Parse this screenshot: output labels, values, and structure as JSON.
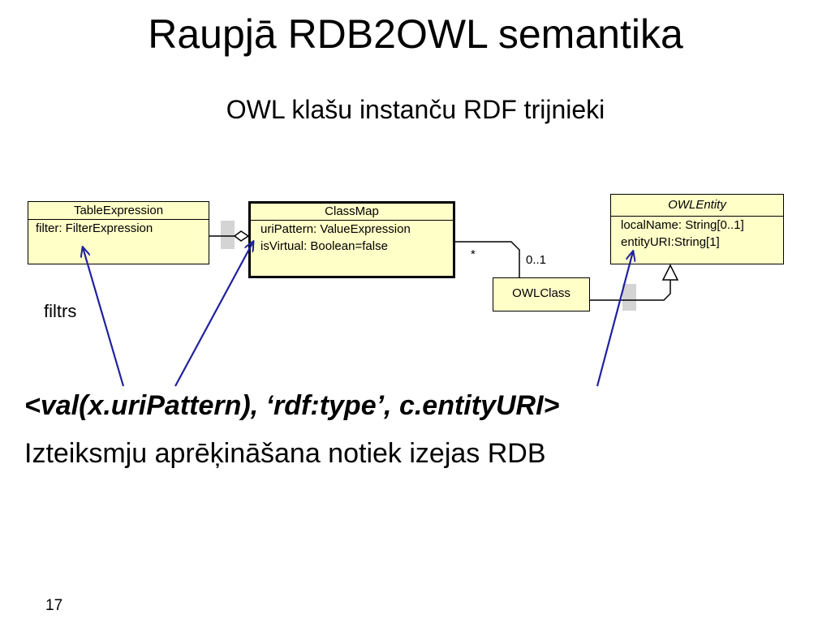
{
  "title": "Raupjā RDB2OWL semantika",
  "subtitle": "OWL klašu instanču RDF trijnieki",
  "diagram": {
    "table_expression": {
      "name": "TableExpression",
      "attributes": [
        "filter: FilterExpression"
      ]
    },
    "class_map": {
      "name": "ClassMap",
      "attributes": [
        "uriPattern: ValueExpression",
        "isVirtual: Boolean=false"
      ]
    },
    "owl_entity": {
      "name": "OWLEntity",
      "attributes": [
        "localName: String[0..1]",
        "entityURI:String[1]"
      ]
    },
    "owl_class": {
      "name": "OWLClass"
    },
    "multiplicity_classmap": "*",
    "multiplicity_owlclass": "0..1",
    "filter_label": "filtrs"
  },
  "triple": "<val(x.uriPattern), ‘rdf:type’, c.entityURI>",
  "explanation": "Izteiksmju aprēķināšana notiek izejas RDB",
  "page_number": "17",
  "colors": {
    "class_fill": "#ffffc8",
    "arrow": "#2020a0",
    "shadow": "#d4d4d4"
  }
}
